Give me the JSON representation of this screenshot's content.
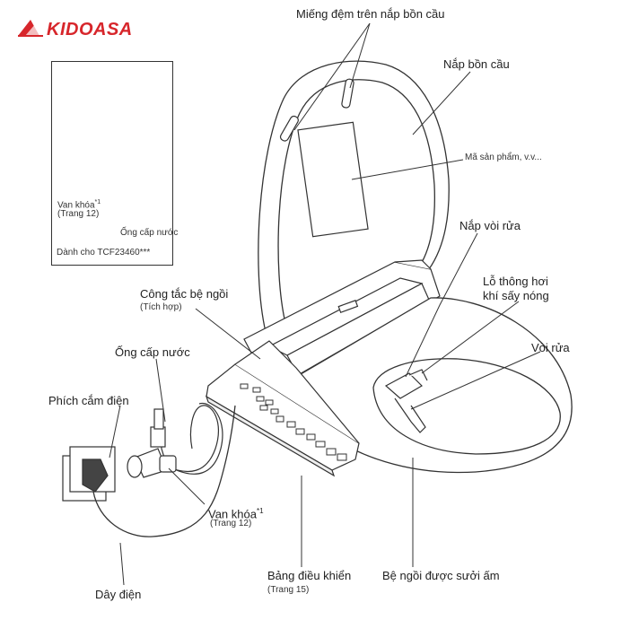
{
  "brand": {
    "name": "KIDOASA",
    "color": "#d7262b"
  },
  "inset": {
    "valve_label": "Van khóa",
    "valve_note": "*1",
    "valve_page": "(Trang 12)",
    "supply_label": "Ống cấp nước",
    "model_caption": "Dành cho TCF23460***"
  },
  "labels": {
    "seat_cushion": "Miếng đệm trên nắp bồn cầu",
    "lid": "Nắp bồn cầu",
    "product_code": "Mã sản phẩm, v.v...",
    "nozzle_cover": "Nắp vòi rửa",
    "dryer_vent_line1": "Lỗ thông hơi",
    "dryer_vent_line2": "khí sấy nóng",
    "nozzle": "Vòi rửa",
    "seat_switch": "Công tắc bệ ngồi",
    "seat_switch_note": "(Tích hợp)",
    "water_supply": "Ống cấp nước",
    "plug": "Phích cắm điện",
    "valve": "Van khóa",
    "valve_note": "*1",
    "valve_page": "(Trang 12)",
    "control_panel": "Bảng điều khiển",
    "control_panel_page": "(Trang 15)",
    "heated_seat": "Bệ ngồi được sưởi ấm",
    "power_cord": "Dây điện"
  }
}
